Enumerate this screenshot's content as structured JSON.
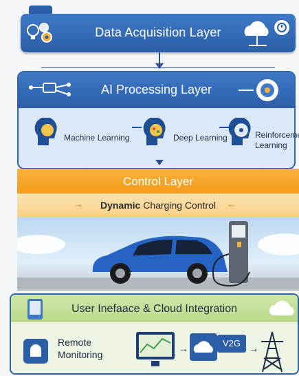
{
  "layers": {
    "data_acquisition": {
      "title": "Data Acquisition Layer"
    },
    "ai_processing": {
      "title": "AI Processing Layer",
      "methods": [
        "Machine Learning",
        "Deep Learning",
        "Reinforcement Learning"
      ]
    },
    "control": {
      "title": "Control Layer",
      "subtitle_bold": "Dynamic",
      "subtitle_rest": " Charging Control"
    },
    "user_interface": {
      "title": "User Inefaace & Cloud Integration",
      "remote_label": "Remote Monitoring",
      "v2g_label": "V2G"
    }
  },
  "colors": {
    "blue": "#2f63ad",
    "orange": "#f39a1a",
    "green": "#b9d98a"
  }
}
